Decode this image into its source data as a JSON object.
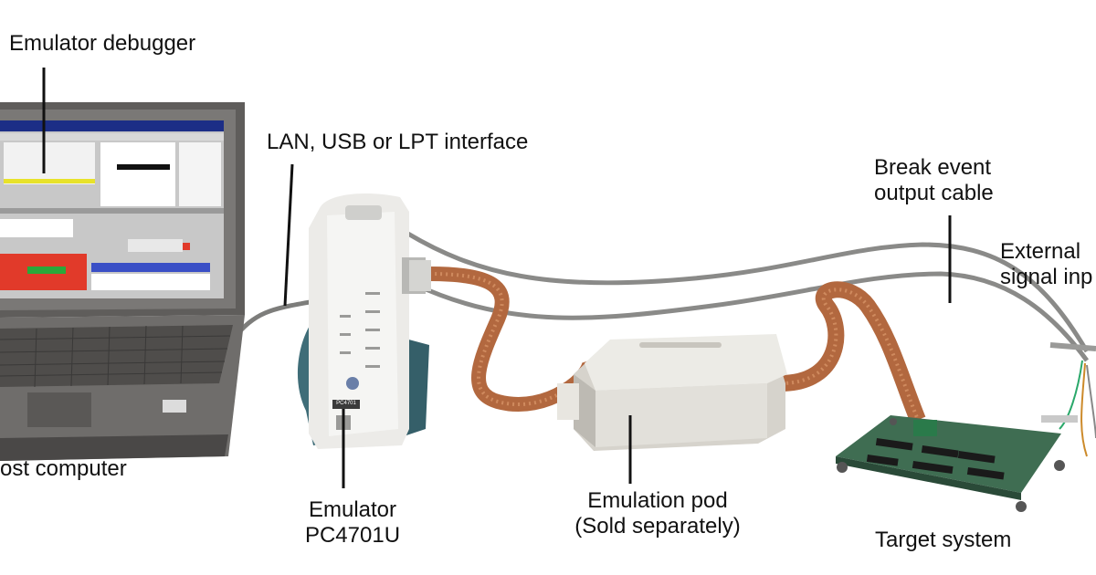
{
  "labels": {
    "emulator_debugger": "Emulator debugger",
    "interface": "LAN, USB or LPT interface",
    "break_event_line1": "Break event",
    "break_event_line2": "output cable",
    "external_line1": "External",
    "external_line2": "signal inp",
    "host_computer": "ost computer",
    "emulator_line1": "Emulator",
    "emulator_line2": "PC4701U",
    "pod_line1": "Emulation pod",
    "pod_line2": "(Sold separately)",
    "target_system": "Target system",
    "device_badge": "PC4701"
  },
  "colors": {
    "laptop_body": "#6f6d6b",
    "laptop_dark": "#3d3b3a",
    "screen_bg": "#c8c8c8",
    "emulator_body": "#e9e9e6",
    "emulator_base": "#3f6d78",
    "pod_body": "#e3e1dc",
    "flat_cable": "#b2683f",
    "cable_gray": "#8a8a88",
    "board_green": "#3f6d52",
    "pointer": "#111111"
  },
  "icons": [
    "laptop-icon",
    "emulator-unit-icon",
    "emulation-pod-icon",
    "target-board-icon",
    "flat-cable-icon",
    "probe-wires-icon"
  ]
}
